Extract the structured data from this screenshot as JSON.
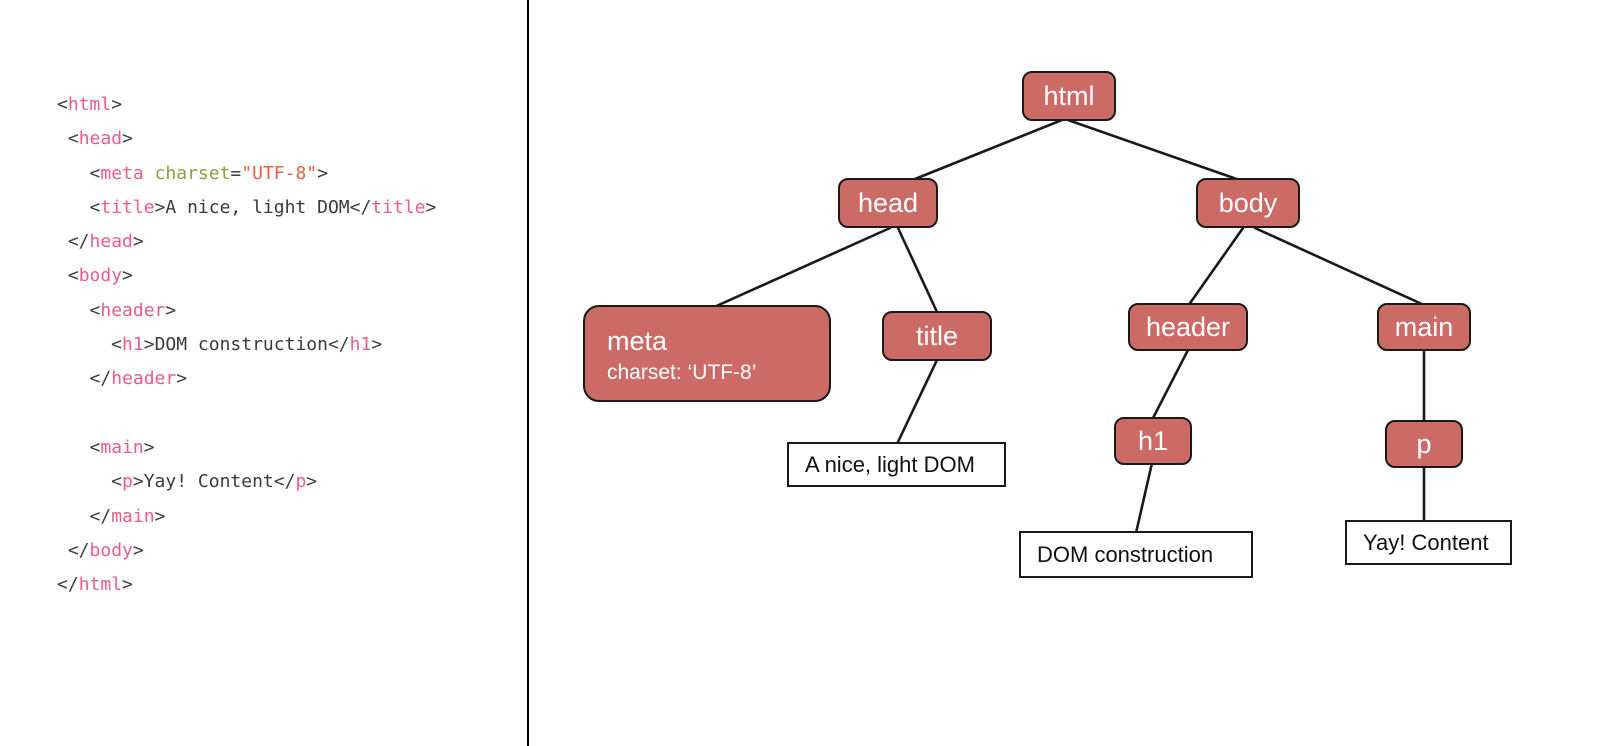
{
  "code_panel": {
    "language": "html",
    "lines": [
      [
        {
          "t": "punct",
          "s": "<"
        },
        {
          "t": "tag",
          "s": "html"
        },
        {
          "t": "punct",
          "s": ">"
        }
      ],
      [
        {
          "t": "punct",
          "s": " <"
        },
        {
          "t": "tag",
          "s": "head"
        },
        {
          "t": "punct",
          "s": ">"
        }
      ],
      [
        {
          "t": "punct",
          "s": "   <"
        },
        {
          "t": "tag",
          "s": "meta"
        },
        {
          "t": "txt",
          "s": " "
        },
        {
          "t": "attr",
          "s": "charset"
        },
        {
          "t": "punct",
          "s": "="
        },
        {
          "t": "val",
          "s": "\"UTF-8\""
        },
        {
          "t": "punct",
          "s": ">"
        }
      ],
      [
        {
          "t": "punct",
          "s": "   <"
        },
        {
          "t": "tag",
          "s": "title"
        },
        {
          "t": "punct",
          "s": ">"
        },
        {
          "t": "txt",
          "s": "A nice, light DOM"
        },
        {
          "t": "punct",
          "s": "</"
        },
        {
          "t": "tag",
          "s": "title"
        },
        {
          "t": "punct",
          "s": ">"
        }
      ],
      [
        {
          "t": "punct",
          "s": " </"
        },
        {
          "t": "tag",
          "s": "head"
        },
        {
          "t": "punct",
          "s": ">"
        }
      ],
      [
        {
          "t": "punct",
          "s": " <"
        },
        {
          "t": "tag",
          "s": "body"
        },
        {
          "t": "punct",
          "s": ">"
        }
      ],
      [
        {
          "t": "punct",
          "s": "   <"
        },
        {
          "t": "tag",
          "s": "header"
        },
        {
          "t": "punct",
          "s": ">"
        }
      ],
      [
        {
          "t": "punct",
          "s": "     <"
        },
        {
          "t": "tag",
          "s": "h1"
        },
        {
          "t": "punct",
          "s": ">"
        },
        {
          "t": "txt",
          "s": "DOM construction"
        },
        {
          "t": "punct",
          "s": "</"
        },
        {
          "t": "tag",
          "s": "h1"
        },
        {
          "t": "punct",
          "s": ">"
        }
      ],
      [
        {
          "t": "punct",
          "s": "   </"
        },
        {
          "t": "tag",
          "s": "header"
        },
        {
          "t": "punct",
          "s": ">"
        }
      ],
      [],
      [
        {
          "t": "punct",
          "s": "   <"
        },
        {
          "t": "tag",
          "s": "main"
        },
        {
          "t": "punct",
          "s": ">"
        }
      ],
      [
        {
          "t": "punct",
          "s": "     <"
        },
        {
          "t": "tag",
          "s": "p"
        },
        {
          "t": "punct",
          "s": ">"
        },
        {
          "t": "txt",
          "s": "Yay! Content"
        },
        {
          "t": "punct",
          "s": "</"
        },
        {
          "t": "tag",
          "s": "p"
        },
        {
          "t": "punct",
          "s": ">"
        }
      ],
      [
        {
          "t": "punct",
          "s": "   </"
        },
        {
          "t": "tag",
          "s": "main"
        },
        {
          "t": "punct",
          "s": ">"
        }
      ],
      [
        {
          "t": "punct",
          "s": " </"
        },
        {
          "t": "tag",
          "s": "body"
        },
        {
          "t": "punct",
          "s": ">"
        }
      ],
      [
        {
          "t": "punct",
          "s": "</"
        },
        {
          "t": "tag",
          "s": "html"
        },
        {
          "t": "punct",
          "s": ">"
        }
      ]
    ],
    "plain_text": "<html>\n <head>\n   <meta charset=\"UTF-8\">\n   <title>A nice, light DOM</title>\n </head>\n <body>\n   <header>\n     <h1>DOM construction</h1>\n   </header>\n\n   <main>\n     <p>Yay! Content</p>\n   </main>\n </body>\n</html>"
  },
  "diagram": {
    "type": "dom-tree",
    "colors": {
      "element_node_fill": "#cc6a66",
      "element_node_border": "#1a1a1a",
      "element_node_text": "#ffffff",
      "text_node_fill": "#ffffff",
      "text_node_border": "#1a1a1a",
      "text_node_text": "#111111",
      "edge": "#1a1a1a",
      "divider": "#000000"
    },
    "nodes": [
      {
        "id": "html",
        "kind": "element",
        "label": "html",
        "sub": null
      },
      {
        "id": "head",
        "kind": "element",
        "label": "head",
        "sub": null
      },
      {
        "id": "body",
        "kind": "element",
        "label": "body",
        "sub": null
      },
      {
        "id": "meta",
        "kind": "element",
        "label": "meta",
        "sub": "charset: ‘UTF-8’"
      },
      {
        "id": "title",
        "kind": "element",
        "label": "title",
        "sub": null
      },
      {
        "id": "header",
        "kind": "element",
        "label": "header",
        "sub": null
      },
      {
        "id": "main",
        "kind": "element",
        "label": "main",
        "sub": null
      },
      {
        "id": "h1",
        "kind": "element",
        "label": "h1",
        "sub": null
      },
      {
        "id": "p",
        "kind": "element",
        "label": "p",
        "sub": null
      },
      {
        "id": "t_title",
        "kind": "text",
        "label": "A nice, light DOM",
        "sub": null
      },
      {
        "id": "t_h1",
        "kind": "text",
        "label": "DOM construction",
        "sub": null
      },
      {
        "id": "t_p",
        "kind": "text",
        "label": "Yay! Content",
        "sub": null
      }
    ],
    "edges": [
      {
        "from": "html",
        "to": "head"
      },
      {
        "from": "html",
        "to": "body"
      },
      {
        "from": "head",
        "to": "meta"
      },
      {
        "from": "head",
        "to": "title"
      },
      {
        "from": "body",
        "to": "header"
      },
      {
        "from": "body",
        "to": "main"
      },
      {
        "from": "title",
        "to": "t_title"
      },
      {
        "from": "header",
        "to": "h1"
      },
      {
        "from": "h1",
        "to": "t_h1"
      },
      {
        "from": "main",
        "to": "p"
      },
      {
        "from": "p",
        "to": "t_p"
      }
    ]
  }
}
